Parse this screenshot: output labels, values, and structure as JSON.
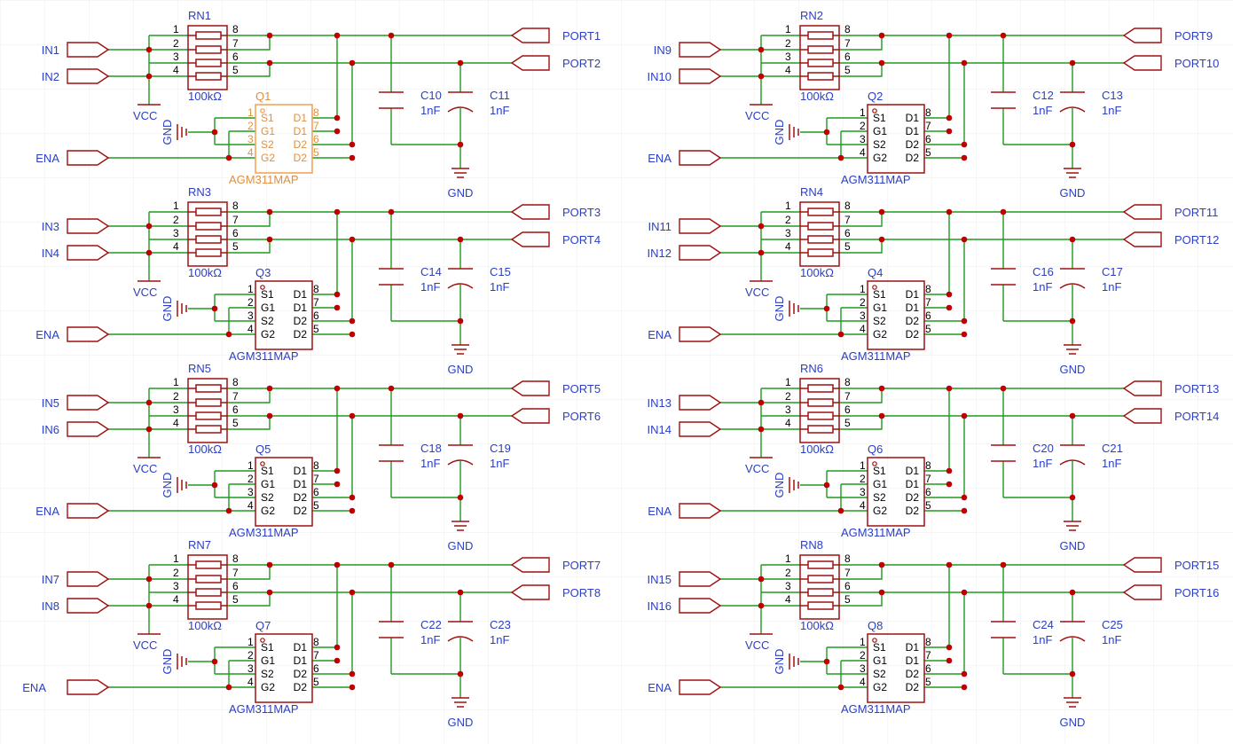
{
  "supply": {
    "vcc": "VCC",
    "gnd": "GND",
    "enable": "ENA"
  },
  "mosfet_pins_left": [
    "S1",
    "G1",
    "S2",
    "G2"
  ],
  "mosfet_pins_right": [
    "D1",
    "D1",
    "D2",
    "D2"
  ],
  "mosfet_pin_numbers_left": [
    "1",
    "2",
    "3",
    "4"
  ],
  "mosfet_pin_numbers_right": [
    "8",
    "7",
    "6",
    "5"
  ],
  "resnet_pin_numbers_left": [
    "1",
    "2",
    "3",
    "4"
  ],
  "resnet_pin_numbers_right": [
    "8",
    "7",
    "6",
    "5"
  ],
  "blocks": [
    {
      "rn": "RN1",
      "rn_value": "100kΩ",
      "q": "Q1",
      "q_part": "AGM311MAP",
      "in_a": "IN1",
      "in_b": "IN2",
      "port_a": "PORT1",
      "port_b": "PORT2",
      "cap_a": "C10",
      "cap_b": "C11",
      "cap_value": "1nF",
      "highlighted": true
    },
    {
      "rn": "RN2",
      "rn_value": "100kΩ",
      "q": "Q2",
      "q_part": "AGM311MAP",
      "in_a": "IN9",
      "in_b": "IN10",
      "port_a": "PORT9",
      "port_b": "PORT10",
      "cap_a": "C12",
      "cap_b": "C13",
      "cap_value": "1nF",
      "highlighted": false
    },
    {
      "rn": "RN3",
      "rn_value": "100kΩ",
      "q": "Q3",
      "q_part": "AGM311MAP",
      "in_a": "IN3",
      "in_b": "IN4",
      "port_a": "PORT3",
      "port_b": "PORT4",
      "cap_a": "C14",
      "cap_b": "C15",
      "cap_value": "1nF",
      "highlighted": false
    },
    {
      "rn": "RN4",
      "rn_value": "100kΩ",
      "q": "Q4",
      "q_part": "AGM311MAP",
      "in_a": "IN11",
      "in_b": "IN12",
      "port_a": "PORT11",
      "port_b": "PORT12",
      "cap_a": "C16",
      "cap_b": "C17",
      "cap_value": "1nF",
      "highlighted": false
    },
    {
      "rn": "RN5",
      "rn_value": "100kΩ",
      "q": "Q5",
      "q_part": "AGM311MAP",
      "in_a": "IN5",
      "in_b": "IN6",
      "port_a": "PORT5",
      "port_b": "PORT6",
      "cap_a": "C18",
      "cap_b": "C19",
      "cap_value": "1nF",
      "highlighted": false
    },
    {
      "rn": "RN6",
      "rn_value": "100kΩ",
      "q": "Q6",
      "q_part": "AGM311MAP",
      "in_a": "IN13",
      "in_b": "IN14",
      "port_a": "PORT13",
      "port_b": "PORT14",
      "cap_a": "C20",
      "cap_b": "C21",
      "cap_value": "1nF",
      "highlighted": false
    },
    {
      "rn": "RN7",
      "rn_value": "100kΩ",
      "q": "Q7",
      "q_part": "AGM311MAP",
      "in_a": "IN7",
      "in_b": "IN8",
      "port_a": "PORT7",
      "port_b": "PORT8",
      "cap_a": "C22",
      "cap_b": "C23",
      "cap_value": "1nF",
      "highlighted": false
    },
    {
      "rn": "RN8",
      "rn_value": "100kΩ",
      "q": "Q8",
      "q_part": "AGM311MAP",
      "in_a": "IN15",
      "in_b": "IN16",
      "port_a": "PORT15",
      "port_b": "PORT16",
      "cap_a": "C24",
      "cap_b": "C25",
      "cap_value": "1nF",
      "highlighted": false
    }
  ]
}
